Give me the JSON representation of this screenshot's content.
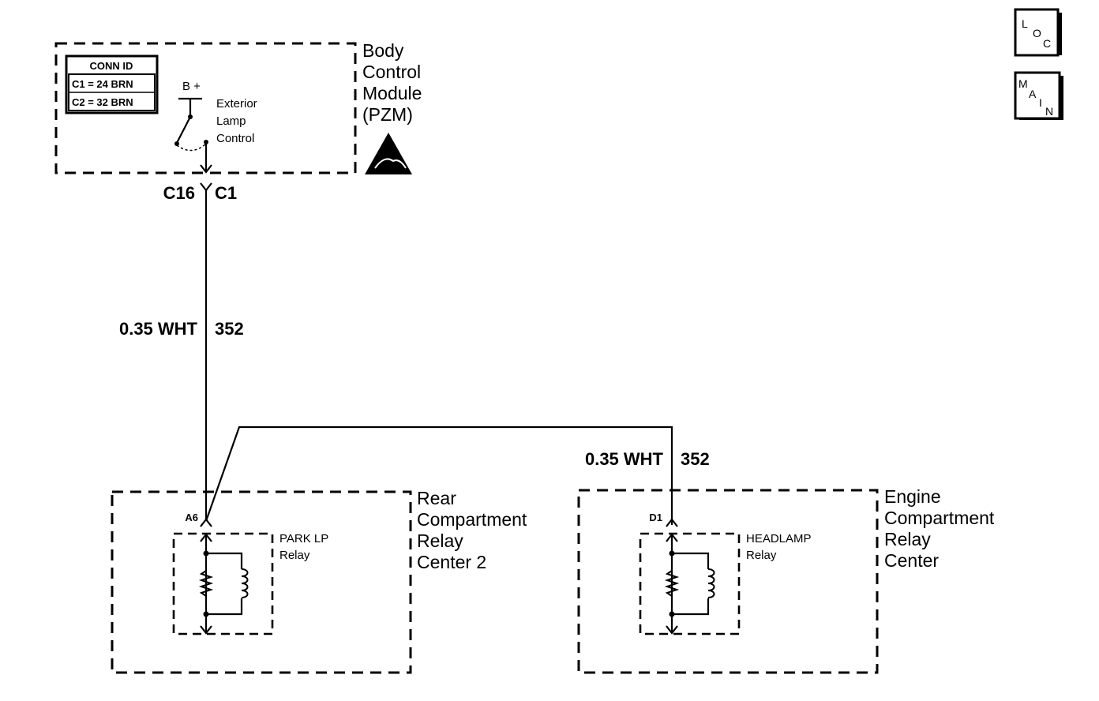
{
  "modules": {
    "bcm": {
      "label_lines": [
        "Body",
        "Control",
        "Module",
        "(PZM)"
      ]
    },
    "rear": {
      "label_lines": [
        "Rear",
        "Compartment",
        "Relay",
        "Center 2"
      ]
    },
    "engine": {
      "label_lines": [
        "Engine",
        "Compartment",
        "Relay",
        "Center"
      ]
    }
  },
  "conn_id": {
    "title": "CONN ID",
    "rows": [
      "C1 = 24 BRN",
      "C2 = 32 BRN"
    ]
  },
  "switch": {
    "power": "B +",
    "label_lines": [
      "Exterior",
      "Lamp",
      "Control"
    ]
  },
  "connectors": {
    "bcm_left": "C16",
    "bcm_right": "C1",
    "rear_pin": "A6",
    "engine_pin": "D1"
  },
  "wires": {
    "main": {
      "size_color": "0.35 WHT",
      "circuit": "352"
    },
    "branch": {
      "size_color": "0.35 WHT",
      "circuit": "352"
    }
  },
  "relays": {
    "park": {
      "label_lines": [
        "PARK LP",
        "Relay"
      ]
    },
    "headlamp": {
      "label_lines": [
        "HEADLAMP",
        "Relay"
      ]
    }
  },
  "nav_buttons": {
    "loc": {
      "letters": [
        "L",
        "O",
        "C"
      ]
    },
    "main": {
      "letters": [
        "M",
        "A",
        "I",
        "N"
      ]
    }
  }
}
